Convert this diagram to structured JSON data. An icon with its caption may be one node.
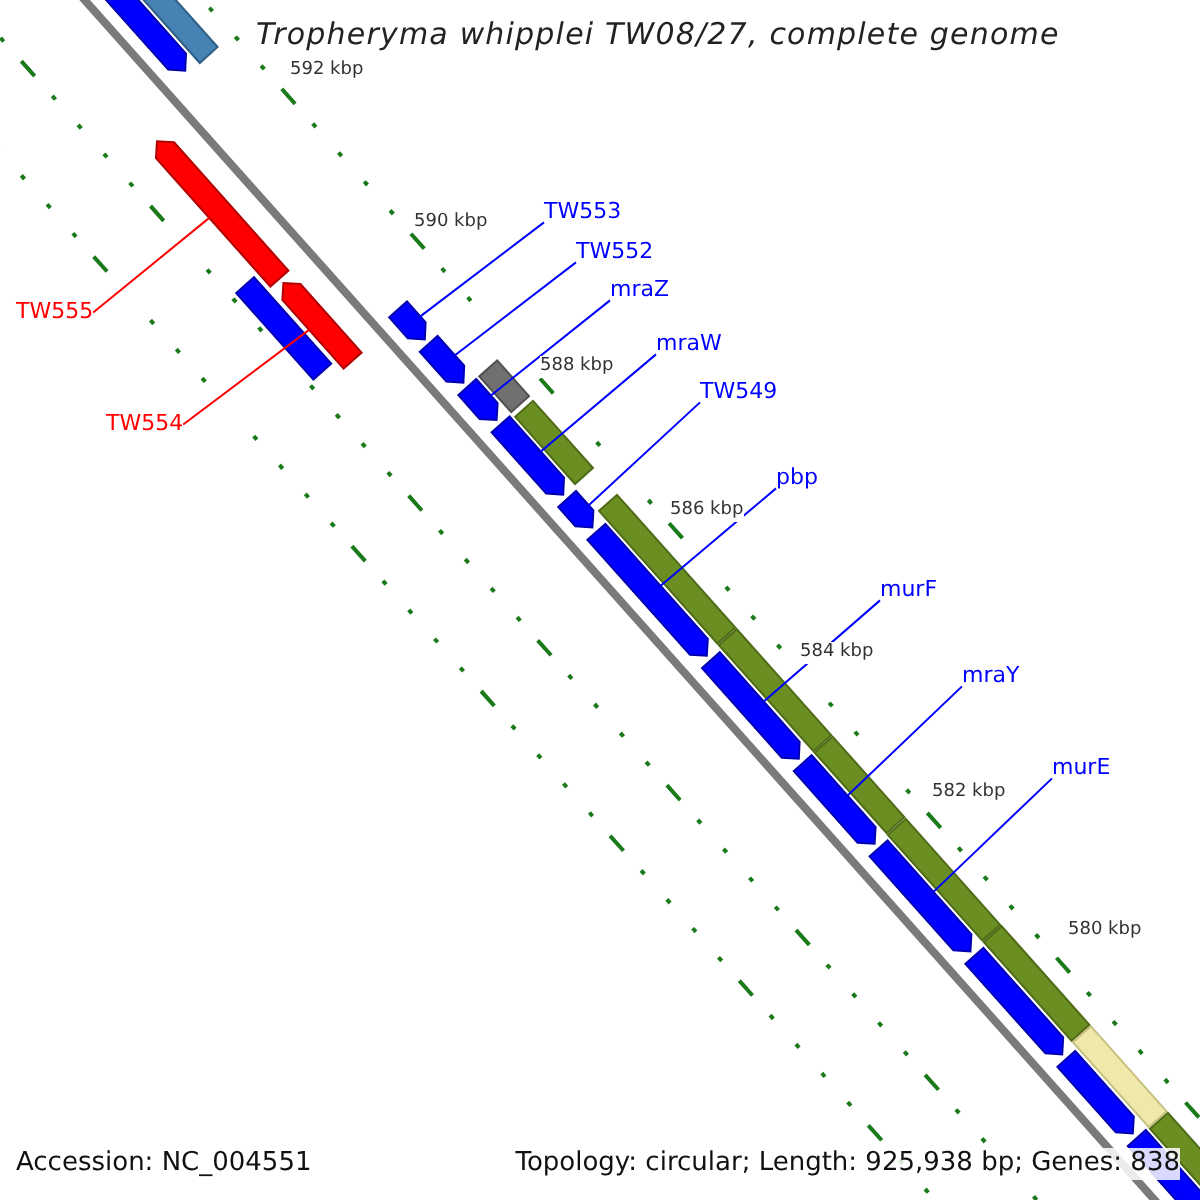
{
  "diagram": {
    "title": "Tropheryma whipplei TW08/27, complete genome",
    "nodes": [
      {
        "text": [
          "TW553"
        ]
      },
      {
        "text": [
          "TW552"
        ]
      },
      {
        "text": [
          "mraZ"
        ]
      },
      {
        "text": [
          "TW555"
        ]
      },
      {
        "text": [
          "mraW"
        ]
      },
      {
        "text": [
          "TW549"
        ]
      },
      {
        "text": [
          "TW554"
        ]
      },
      {
        "text": [
          "pbp"
        ]
      },
      {
        "text": [
          "murF"
        ]
      },
      {
        "text": [
          "mraY"
        ]
      },
      {
        "text": [
          "murE"
        ]
      },
      {
        "text": [],
        "shape": "bar"
      },
      {
        "text": [],
        "shape": "bar"
      },
      {
        "text": [],
        "shape": "bar"
      },
      {
        "text": [],
        "shape": "bar"
      },
      {
        "text": [],
        "shape": "bar"
      },
      {
        "text": [],
        "shape": "bar"
      },
      {
        "text": [],
        "shape": "bar"
      },
      {
        "text": [],
        "shape": "bar"
      },
      {
        "text": [],
        "shape": "bar"
      },
      {
        "text": [],
        "shape": "bar"
      },
      {
        "text": [],
        "shape": "bar"
      },
      {
        "text": [],
        "shape": "bar"
      },
      {
        "text": [],
        "shape": "bar"
      },
      {
        "text": [],
        "shape": "bar"
      },
      {
        "text": [],
        "shape": "bar"
      },
      {
        "text": [],
        "shape": "bar"
      },
      {
        "text": [],
        "shape": "bar"
      },
      {
        "text": [],
        "shape": "bar"
      },
      {
        "text": [],
        "shape": "bar"
      },
      {
        "text": [],
        "shape": "bar"
      },
      {
        "text": [],
        "shape": "bar"
      },
      {
        "text": [],
        "shape": "bar"
      },
      {
        "text": [],
        "shape": "bar"
      },
      {
        "text": [],
        "shape": "bar"
      },
      {
        "text": [],
        "shape": "bar"
      },
      {
        "text": [],
        "shape": "bar"
      }
    ],
    "edges": [
      {
        "from": 0,
        "to": 16,
        "arrow": "none"
      },
      {
        "from": 1,
        "to": 17,
        "arrow": "none"
      },
      {
        "from": 2,
        "to": 18,
        "arrow": "none"
      },
      {
        "from": 3,
        "to": 13,
        "arrow": "none",
        "color": "#ff0000"
      },
      {
        "from": 4,
        "to": 20,
        "arrow": "none"
      },
      {
        "from": 5,
        "to": 22,
        "arrow": "none"
      },
      {
        "from": 6,
        "to": 15,
        "arrow": "none",
        "color": "#ff0000"
      },
      {
        "from": 7,
        "to": 24,
        "arrow": "none"
      },
      {
        "from": 8,
        "to": 26,
        "arrow": "none"
      },
      {
        "from": 9,
        "to": 28,
        "arrow": "none"
      },
      {
        "from": 10,
        "to": 30,
        "arrow": "none"
      }
    ],
    "labels": [
      "592 kbp",
      "590 kbp",
      "588 kbp",
      "586 kbp",
      "584 kbp",
      "582 kbp",
      "580 kbp",
      "Accession: NC_004551",
      "Topology: circular; Length: 925,938 bp; Genes: 838"
    ]
  }
}
